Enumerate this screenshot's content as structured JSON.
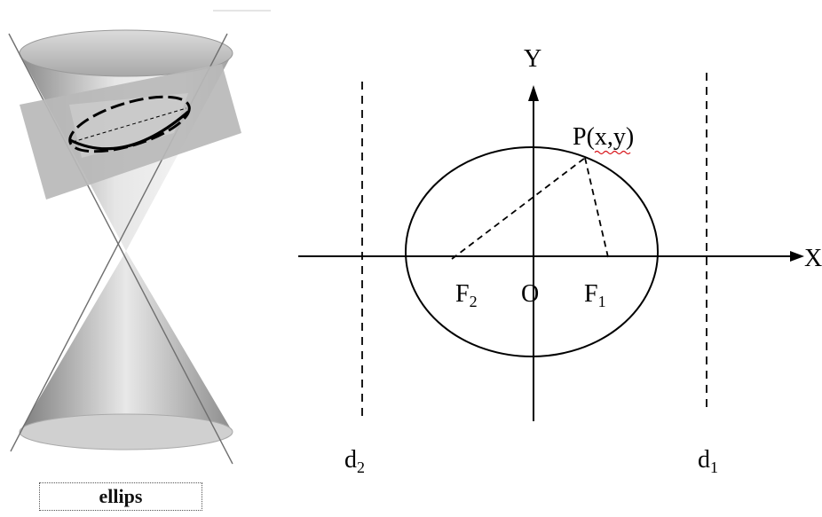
{
  "cone_figure": {
    "caption": "ellips"
  },
  "ellipse_diagram": {
    "axis_y_label": "Y",
    "axis_x_label": "X",
    "origin_label": "O",
    "point_label": "P(x,y)",
    "focus_left": {
      "letter": "F",
      "subscript": "2"
    },
    "focus_right": {
      "letter": "F",
      "subscript": "1"
    },
    "directrix_left": {
      "letter": "d",
      "subscript": "2"
    },
    "directrix_right": {
      "letter": "d",
      "subscript": "1"
    }
  },
  "colors": {
    "line": "#000000",
    "spellcheck_underline": "#d8141a",
    "plane": "#b9b9b9"
  }
}
